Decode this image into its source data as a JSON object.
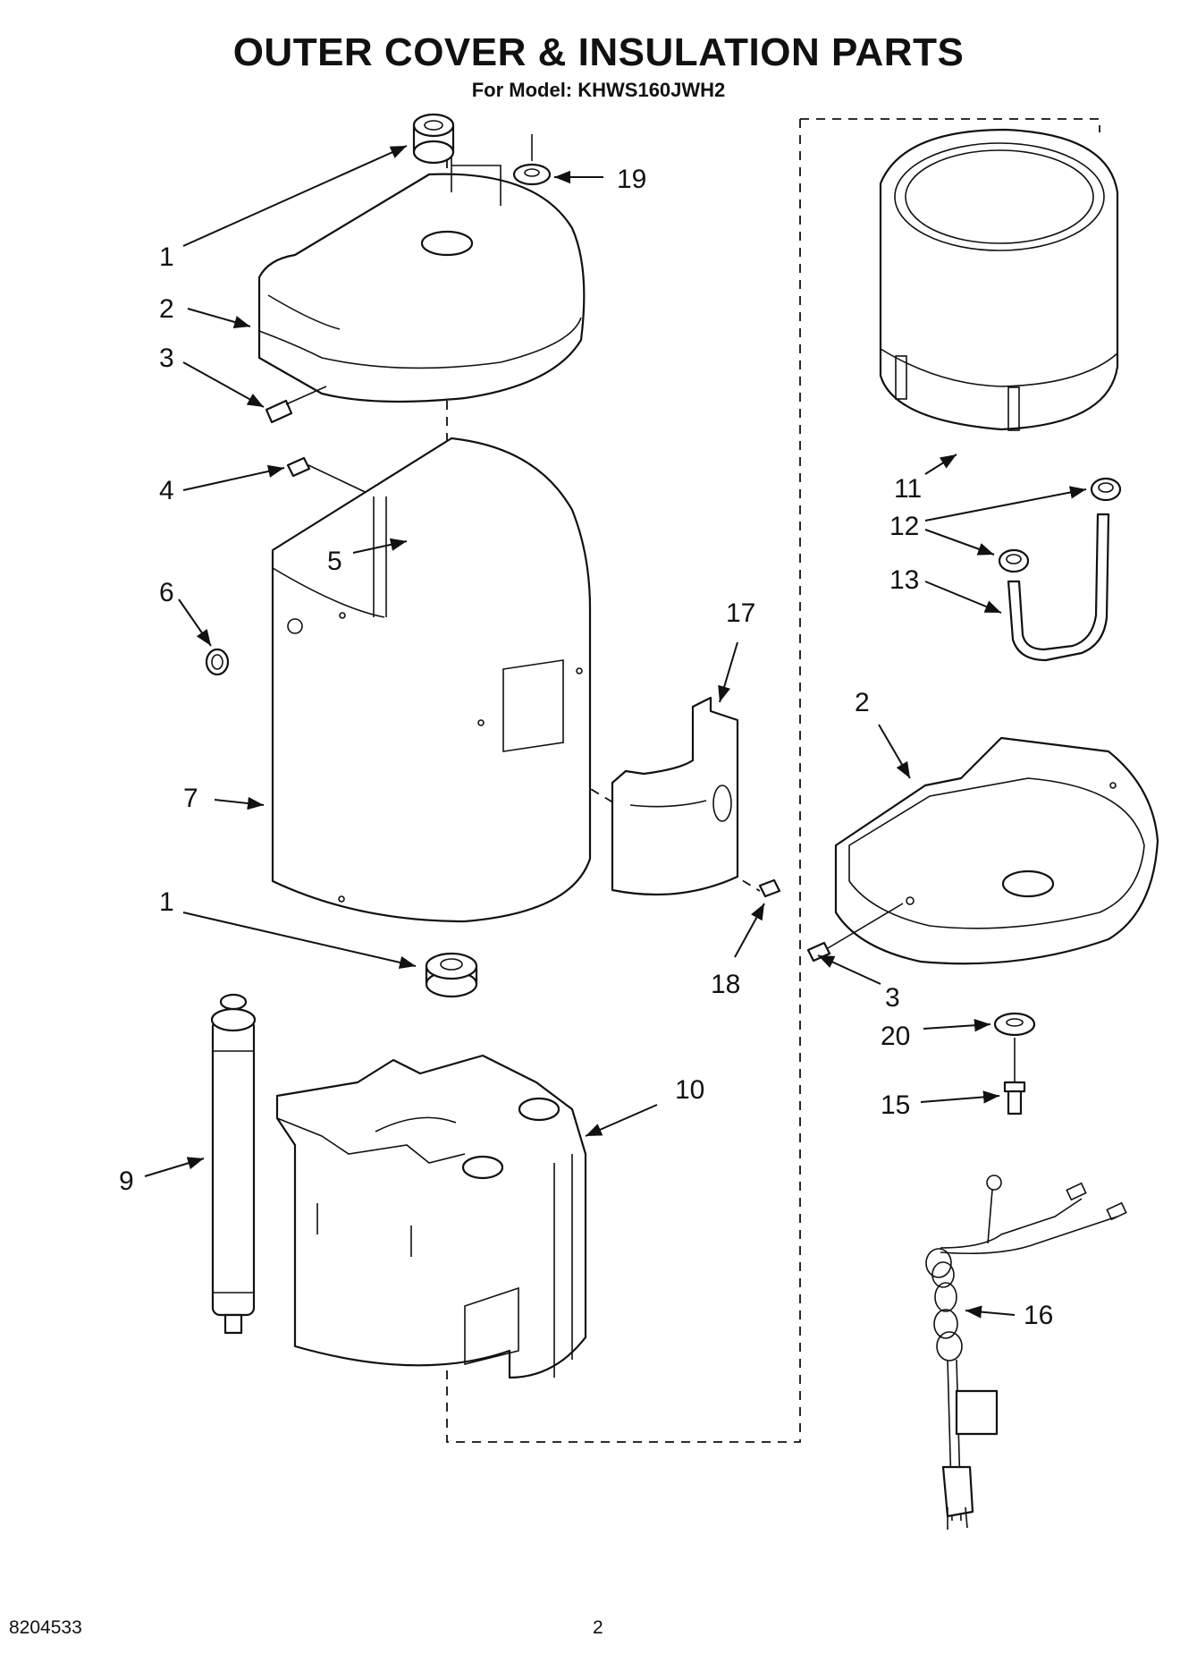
{
  "header": {
    "title": "OUTER COVER & INSULATION PARTS",
    "subtitle": "For Model: KHWS160JWH2"
  },
  "callouts": {
    "c1_top": "1",
    "c2_top": "2",
    "c3_top": "3",
    "c4": "4",
    "c5": "5",
    "c6": "6",
    "c7": "7",
    "c1_bottom": "1",
    "c9": "9",
    "c10": "10",
    "c11": "11",
    "c12": "12",
    "c13": "13",
    "c2_right": "2",
    "c3_right": "3",
    "c15": "15",
    "c16": "16",
    "c17": "17",
    "c18": "18",
    "c19": "19",
    "c20": "20"
  },
  "footer": {
    "doc_number": "8204533",
    "page_number": "2"
  }
}
